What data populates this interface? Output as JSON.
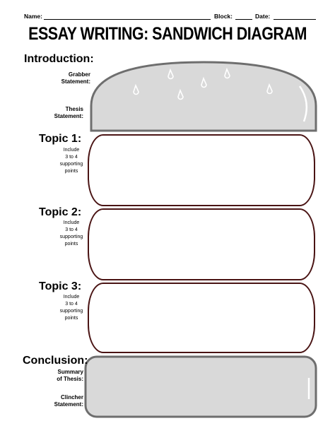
{
  "header": {
    "name_label": "Name:",
    "block_label": "Block:",
    "date_label": "Date:"
  },
  "title": "ESSAY WRITING:   SANDWICH DIAGRAM",
  "introduction": {
    "heading": "Introduction:",
    "grabber_line1": "Grabber",
    "grabber_line2": "Statement:",
    "thesis_line1": "Thesis",
    "thesis_line2": "Statement:"
  },
  "topics": [
    {
      "heading": "Topic 1:",
      "note1": "Include",
      "note2": "3 to 4",
      "note3": "supporting",
      "note4": "points"
    },
    {
      "heading": "Topic 2:",
      "note1": "Include",
      "note2": "3 to 4",
      "note3": "supporting",
      "note4": "points"
    },
    {
      "heading": "Topic 3:",
      "note1": "Include",
      "note2": "3 to 4",
      "note3": "supporting",
      "note4": "points"
    }
  ],
  "conclusion": {
    "heading": "Conclusion:",
    "summary_line1": "Summary",
    "summary_line2": "of Thesis:",
    "clincher_line1": "Clincher",
    "clincher_line2": "Statement:"
  },
  "colors": {
    "bun_fill": "#d9d9d9",
    "bun_stroke": "#6e6e6e",
    "box_border": "#4a1414"
  }
}
